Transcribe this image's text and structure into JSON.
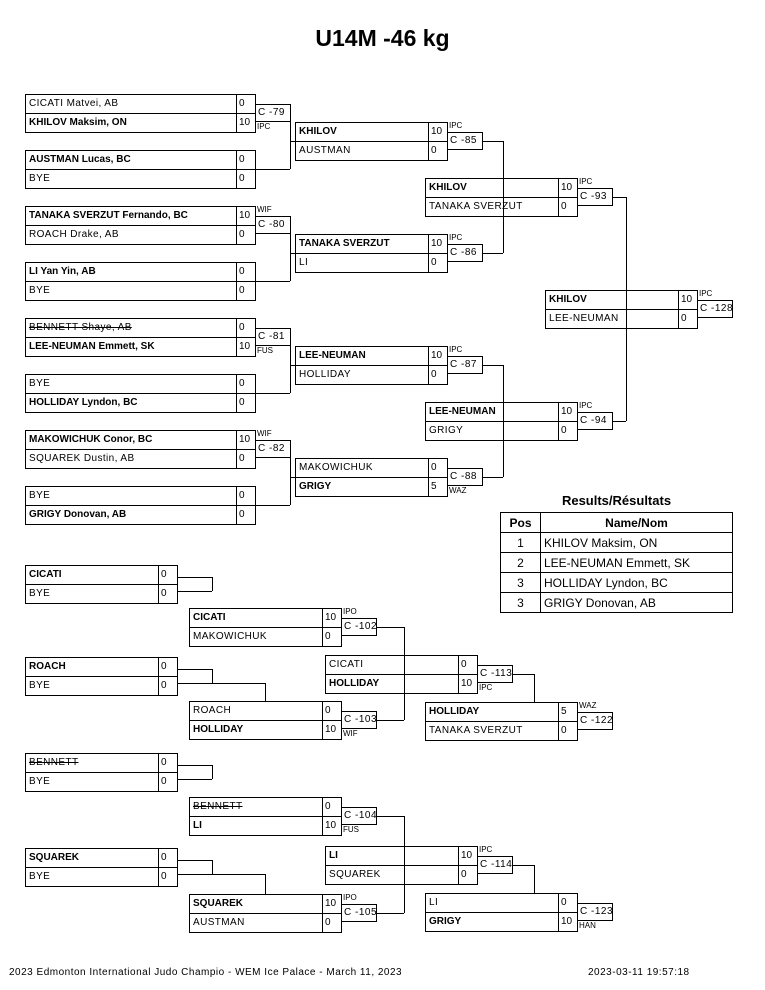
{
  "title": "U14M -46 kg",
  "pool": [
    {
      "top": {
        "name": "CICATI Matvei, AB",
        "score": "0"
      },
      "bot": {
        "name": "KHILOV Maksim, ON",
        "score": "10",
        "win": true
      },
      "match": "C -79",
      "win_label": "IPC"
    },
    {
      "top": {
        "name": "AUSTMAN Lucas, BC",
        "score": "0",
        "win": true
      },
      "bot": {
        "name": "BYE",
        "score": "0"
      },
      "match": "",
      "win_label": ""
    },
    {
      "top": {
        "name": "TANAKA SVERZUT Fernando, BC",
        "score": "10",
        "win": true
      },
      "bot": {
        "name": "ROACH Drake, AB",
        "score": "0"
      },
      "match": "C -80",
      "win_label": "WIF"
    },
    {
      "top": {
        "name": "LI Yan Yin, AB",
        "score": "0",
        "win": true
      },
      "bot": {
        "name": "BYE",
        "score": "0"
      },
      "match": "",
      "win_label": ""
    },
    {
      "top": {
        "name": "BENNETT Shaye, AB",
        "score": "0",
        "strike": true
      },
      "bot": {
        "name": "LEE-NEUMAN Emmett, SK",
        "score": "10",
        "win": true
      },
      "match": "C -81",
      "win_label": "FUS"
    },
    {
      "top": {
        "name": "BYE",
        "score": "0"
      },
      "bot": {
        "name": "HOLLIDAY Lyndon, BC",
        "score": "0",
        "win": true
      },
      "match": "",
      "win_label": ""
    },
    {
      "top": {
        "name": "MAKOWICHUK Conor, BC",
        "score": "10",
        "win": true
      },
      "bot": {
        "name": "SQUAREK Dustin, AB",
        "score": "0"
      },
      "match": "C -82",
      "win_label": "WIF"
    },
    {
      "top": {
        "name": "BYE",
        "score": "0"
      },
      "bot": {
        "name": "GRIGY Donovan, AB",
        "score": "0",
        "win": true
      },
      "match": "",
      "win_label": ""
    }
  ],
  "pool_r2": [
    {
      "top": {
        "name": "KHILOV",
        "score": "10",
        "win": true
      },
      "bot": {
        "name": "AUSTMAN",
        "score": "0"
      },
      "match": "C -85",
      "win_label": "IPC"
    },
    {
      "top": {
        "name": "TANAKA SVERZUT",
        "score": "10",
        "win": true
      },
      "bot": {
        "name": "LI",
        "score": "0"
      },
      "match": "C -86",
      "win_label": "IPC"
    },
    {
      "top": {
        "name": "LEE-NEUMAN",
        "score": "10",
        "win": true
      },
      "bot": {
        "name": "HOLLIDAY",
        "score": "0"
      },
      "match": "C -87",
      "win_label": "IPC"
    },
    {
      "top": {
        "name": "MAKOWICHUK",
        "score": "0"
      },
      "bot": {
        "name": "GRIGY",
        "score": "5",
        "win": true
      },
      "match": "C -88",
      "win_label": "WAZ"
    }
  ],
  "pool_r3": [
    {
      "top": {
        "name": "KHILOV",
        "score": "10",
        "win": true
      },
      "bot": {
        "name": "TANAKA SVERZUT",
        "score": "0"
      },
      "match": "C -93",
      "win_label": "IPC"
    },
    {
      "top": {
        "name": "LEE-NEUMAN",
        "score": "10",
        "win": true
      },
      "bot": {
        "name": "GRIGY",
        "score": "0"
      },
      "match": "C -94",
      "win_label": "IPC"
    }
  ],
  "final": {
    "top": {
      "name": "KHILOV",
      "score": "10",
      "win": true
    },
    "bot": {
      "name": "LEE-NEUMAN",
      "score": "0"
    },
    "match": "C -128",
    "win_label": "IPC"
  },
  "results": {
    "title": "Results/Résultats",
    "headers": [
      "Pos",
      "Name/Nom"
    ],
    "rows": [
      {
        "pos": "1",
        "name": "KHILOV Maksim, ON"
      },
      {
        "pos": "2",
        "name": "LEE-NEUMAN Emmett, SK"
      },
      {
        "pos": "3",
        "name": "HOLLIDAY Lyndon, BC"
      },
      {
        "pos": "3",
        "name": "GRIGY Donovan, AB"
      }
    ]
  },
  "rep1": [
    {
      "top": {
        "name": "CICATI",
        "score": "0",
        "win": true
      },
      "bot": {
        "name": "BYE",
        "score": "0"
      }
    },
    {
      "top": {
        "name": "ROACH",
        "score": "0",
        "win": true
      },
      "bot": {
        "name": "BYE",
        "score": "0"
      }
    },
    {
      "top": {
        "name": "BENNETT",
        "score": "0",
        "strike": true
      },
      "bot": {
        "name": "BYE",
        "score": "0"
      }
    },
    {
      "top": {
        "name": "SQUAREK",
        "score": "0",
        "win": true
      },
      "bot": {
        "name": "BYE",
        "score": "0"
      }
    }
  ],
  "rep2": [
    {
      "top": {
        "name": "CICATI",
        "score": "10",
        "win": true
      },
      "bot": {
        "name": "MAKOWICHUK",
        "score": "0"
      },
      "match": "C -102",
      "win_label": "IPO"
    },
    {
      "top": {
        "name": "ROACH",
        "score": "0"
      },
      "bot": {
        "name": "HOLLIDAY",
        "score": "10",
        "win": true
      },
      "match": "C -103",
      "win_label": "WIF"
    },
    {
      "top": {
        "name": "BENNETT",
        "score": "0",
        "strike": true
      },
      "bot": {
        "name": "LI",
        "score": "10",
        "win": true
      },
      "match": "C -104",
      "win_label": "FUS"
    },
    {
      "top": {
        "name": "SQUAREK",
        "score": "10",
        "win": true
      },
      "bot": {
        "name": "AUSTMAN",
        "score": "0"
      },
      "match": "C -105",
      "win_label": "IPO"
    }
  ],
  "rep3": [
    {
      "top": {
        "name": "CICATI",
        "score": "0"
      },
      "bot": {
        "name": "HOLLIDAY",
        "score": "10",
        "win": true
      },
      "match": "C -113",
      "win_label": "IPC"
    },
    {
      "top": {
        "name": "LI",
        "score": "10",
        "win": true
      },
      "bot": {
        "name": "SQUAREK",
        "score": "0"
      },
      "match": "C -114",
      "win_label": "IPC"
    }
  ],
  "bronze": [
    {
      "top": {
        "name": "HOLLIDAY",
        "score": "5",
        "win": true
      },
      "bot": {
        "name": "TANAKA SVERZUT",
        "score": "0"
      },
      "match": "C -122",
      "win_label": "WAZ"
    },
    {
      "top": {
        "name": "LI",
        "score": "0"
      },
      "bot": {
        "name": "GRIGY",
        "score": "10",
        "win": true
      },
      "match": "C -123",
      "win_label": "HAN"
    }
  ],
  "footer": {
    "left": "2023 Edmonton International Judo Champio - WEM Ice Palace - March 11, 2023",
    "right": "2023-03-11 19:57:18"
  }
}
